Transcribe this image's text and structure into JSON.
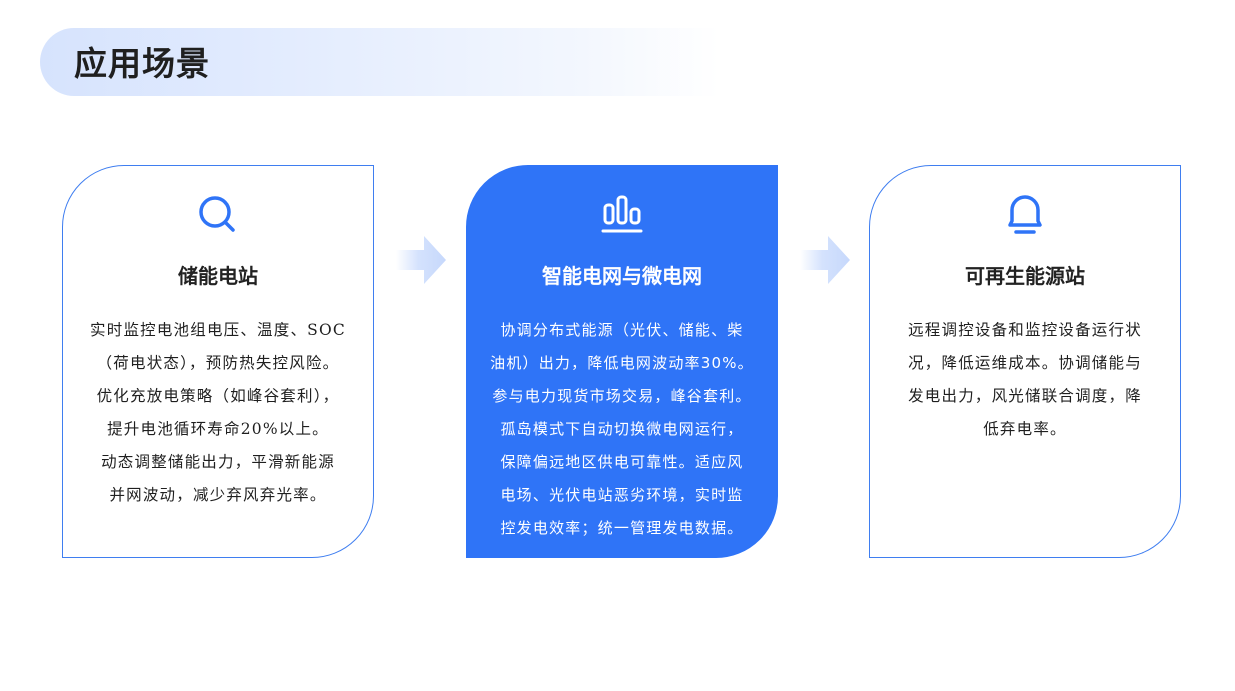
{
  "header": {
    "title": "应用场景"
  },
  "colors": {
    "accent": "#2f74f7",
    "border": "#3f7ef0",
    "arrow": "#c9dafc"
  },
  "cards": [
    {
      "icon": "search-icon",
      "title": "储能电站",
      "body": "实时监控电池组电压、温度、SOC（荷电状态），预防热失控风险。优化充放电策略（如峰谷套利），提升电池循环寿命20%以上。动态调整储能出力，平滑新能源并网波动，减少弃风弃光率。",
      "lines": [
        "实时监控电池组电压、温度、SOC",
        "（荷电状态），预防热失控风险。",
        "优化充放电策略（如峰谷套利），",
        "提升电池循环寿命20%以上。",
        "动态调整储能出力，平滑新能源",
        "并网波动，减少弃风弃光率。"
      ],
      "active": false
    },
    {
      "icon": "bar-chart-icon",
      "title": "智能电网与微电网",
      "body": "协调分布式能源（光伏、储能、柴油机）出力，降低电网波动率30%。参与电力现货市场交易，峰谷套利。孤岛模式下自动切换微电网运行，保障偏远地区供电可靠性。适应风电场、光伏电站恶劣环境，实时监控发电效率；统一管理发电数据。",
      "lines": [
        "协调分布式能源（光伏、储能、柴",
        "油机）出力，降低电网波动率30%。",
        "参与电力现货市场交易，峰谷套利。",
        "孤岛模式下自动切换微电网运行，",
        "保障偏远地区供电可靠性。适应风",
        "电场、光伏电站恶劣环境，实时监",
        "控发电效率；统一管理发电数据。"
      ],
      "active": true
    },
    {
      "icon": "bell-icon",
      "title": "可再生能源站",
      "body": "远程调控设备和监控设备运行状况，降低运维成本。协调储能与发电出力，风光储联合调度，降低弃电率。",
      "lines": [
        "远程调控设备和监控设备运行状",
        "况，降低运维成本。协调储能与",
        "发电出力，风光储联合调度，降",
        "低弃电率。"
      ],
      "active": false
    }
  ],
  "arrows": [
    {
      "icon": "arrow-right-icon"
    },
    {
      "icon": "arrow-right-icon"
    }
  ]
}
